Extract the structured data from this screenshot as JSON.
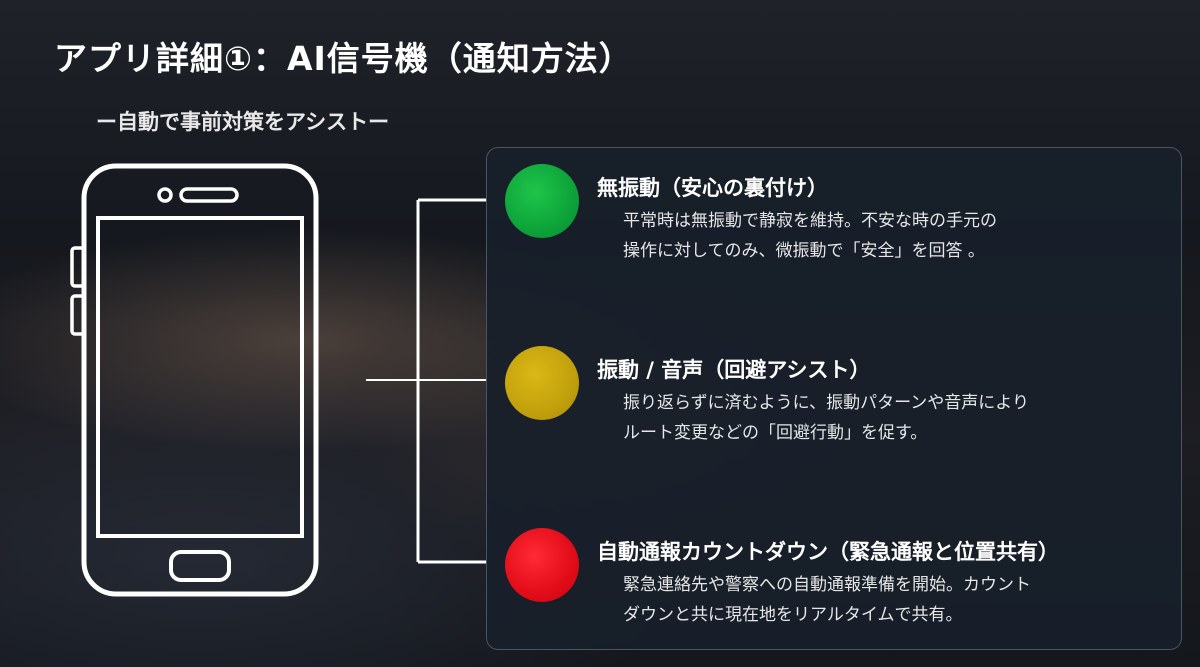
{
  "slide": {
    "title": "アプリ詳細①：AI信号機（通知方法）",
    "subtitle": "ー自動で事前対策をアシストー"
  },
  "colors": {
    "green": "#0da33a",
    "yellow": "#c2a00c",
    "red": "#e20c18",
    "panel_bg": "#18202a",
    "panel_border": "#4a5564"
  },
  "items": [
    {
      "color": "green",
      "title": "無振動（安心の裏付け）",
      "lines": [
        "平常時は無振動で静寂を維持。不安な時の手元の",
        "操作に対してのみ、微振動で「安全」を回答 。"
      ]
    },
    {
      "color": "yellow",
      "title": "振動 / 音声（回避アシスト）",
      "lines": [
        "振り返らずに済むように、振動パターンや音声により",
        "ルート変更などの「回避行動」を促す。"
      ]
    },
    {
      "color": "red",
      "title": "自動通報カウントダウン（緊急通報と位置共有）",
      "lines": [
        "緊急連絡先や警察への自動通報準備を開始。カウント",
        "ダウンと共に現在地をリアルタイムで共有。"
      ]
    }
  ]
}
